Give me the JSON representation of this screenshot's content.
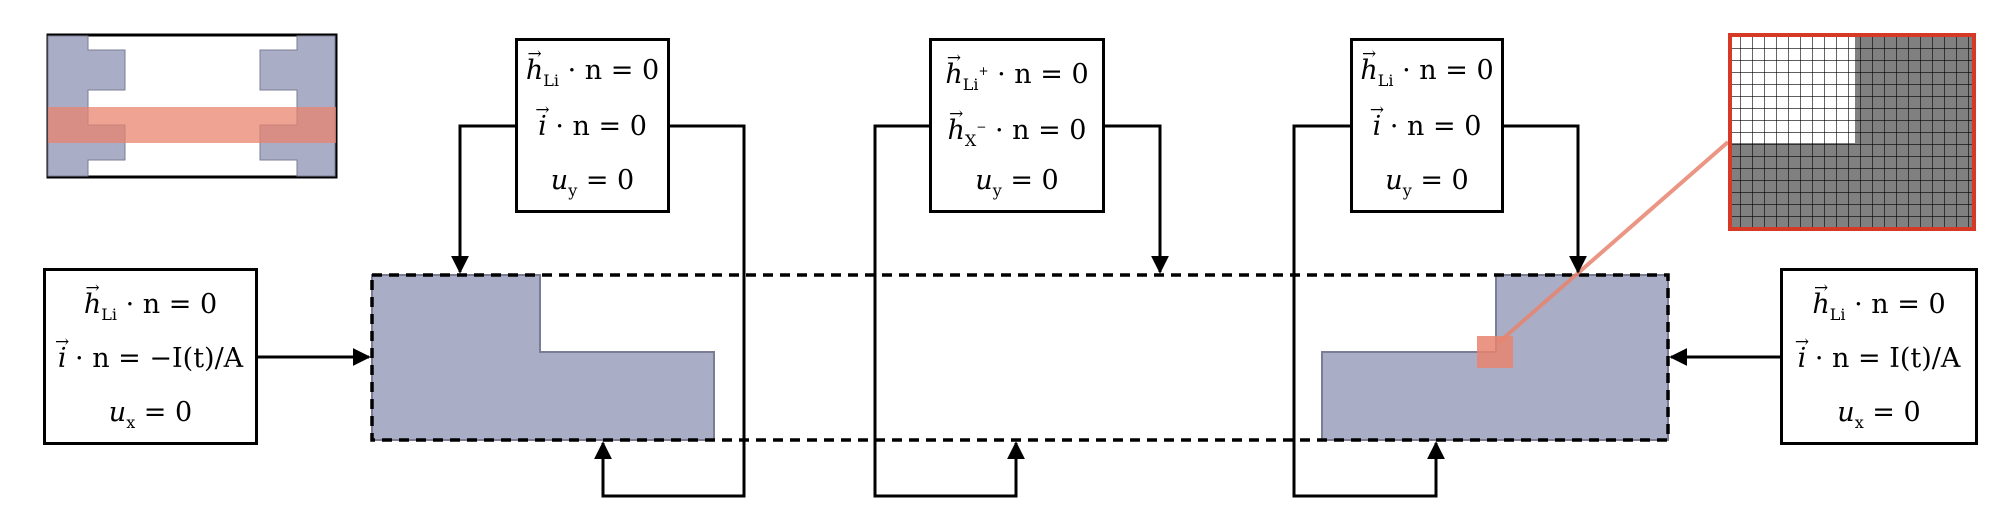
{
  "colors": {
    "electrode_fill": "#a9adc6",
    "electrode_edge": "#7a7d93",
    "highlight": "#e8846f",
    "inset_border": "#d63a26",
    "grid_fill": "#808080",
    "line": "#000000"
  },
  "boxes": {
    "left_end": {
      "l1": {
        "sym": "h",
        "sub": "Li",
        "rest": " · n = 0"
      },
      "l2": {
        "sym": "i",
        "rest": " · n = −I(t)/A"
      },
      "l3": {
        "sym": "u",
        "sub": "x",
        "rest": " = 0"
      }
    },
    "left_top": {
      "l1": {
        "sym": "h",
        "sub": "Li",
        "rest": " · n = 0"
      },
      "l2": {
        "sym": "i",
        "rest": " · n = 0"
      },
      "l3": {
        "sym": "u",
        "sub": "y",
        "rest": " = 0"
      }
    },
    "middle_top": {
      "l1": {
        "sym": "h",
        "sub": "Li",
        "sup": "+",
        "rest": " · n = 0"
      },
      "l2": {
        "sym": "h",
        "sub": "X",
        "sup": "−",
        "rest": " · n = 0"
      },
      "l3": {
        "sym": "u",
        "sub": "y",
        "rest": " = 0"
      }
    },
    "right_top": {
      "l1": {
        "sym": "h",
        "sub": "Li",
        "rest": " · n = 0"
      },
      "l2": {
        "sym": "i",
        "rest": " · n = 0"
      },
      "l3": {
        "sym": "u",
        "sub": "y",
        "rest": " = 0"
      }
    },
    "right_end": {
      "l1": {
        "sym": "h",
        "sub": "Li",
        "rest": " · n = 0"
      },
      "l2": {
        "sym": "i",
        "rest": " · n = I(t)/A"
      },
      "l3": {
        "sym": "u",
        "sub": "x",
        "rest": " = 0"
      }
    }
  }
}
